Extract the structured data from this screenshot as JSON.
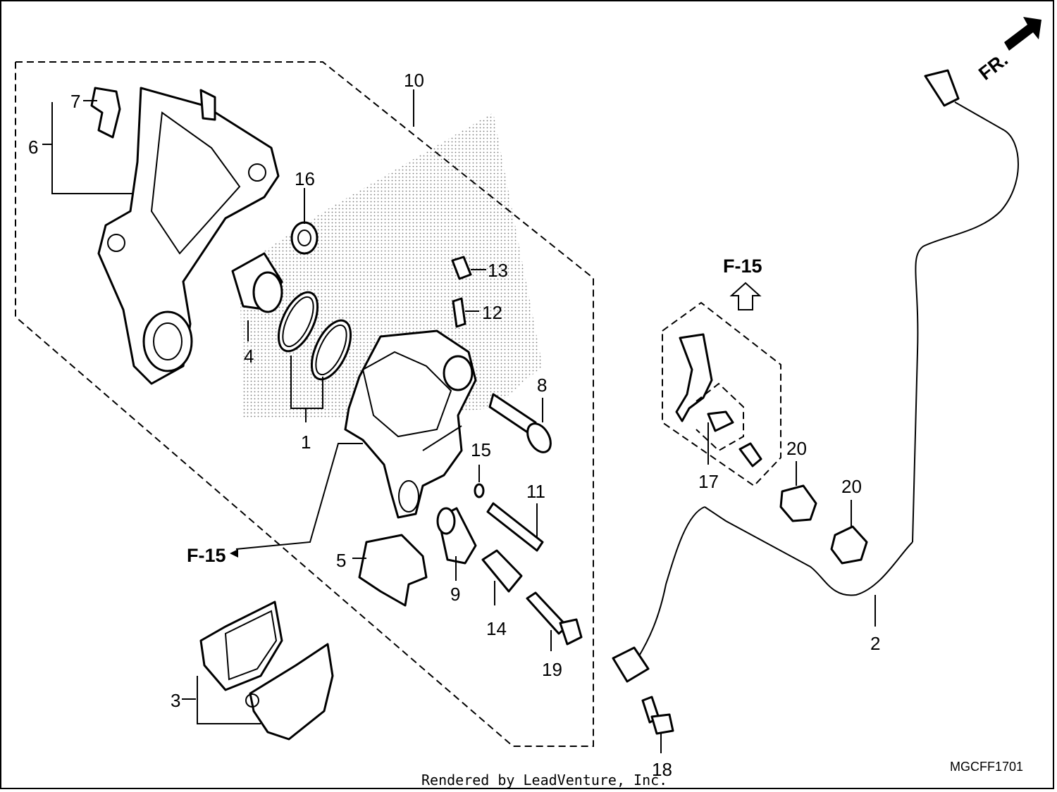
{
  "diagram": {
    "callouts": {
      "p1": "1",
      "p2": "2",
      "p3": "3",
      "p4": "4",
      "p5": "5",
      "p6": "6",
      "p7": "7",
      "p8": "8",
      "p9": "9",
      "p10": "10",
      "p11": "11",
      "p12": "12",
      "p13": "13",
      "p14": "14",
      "p15": "15",
      "p16": "16",
      "p17": "17",
      "p18": "18",
      "p19": "19",
      "p20a": "20",
      "p20b": "20"
    },
    "refs": {
      "left": "F-15",
      "right": "F-15"
    },
    "direction": "FR.",
    "code": "MGCFF1701"
  },
  "footer": "Rendered by LeadVenture, Inc."
}
